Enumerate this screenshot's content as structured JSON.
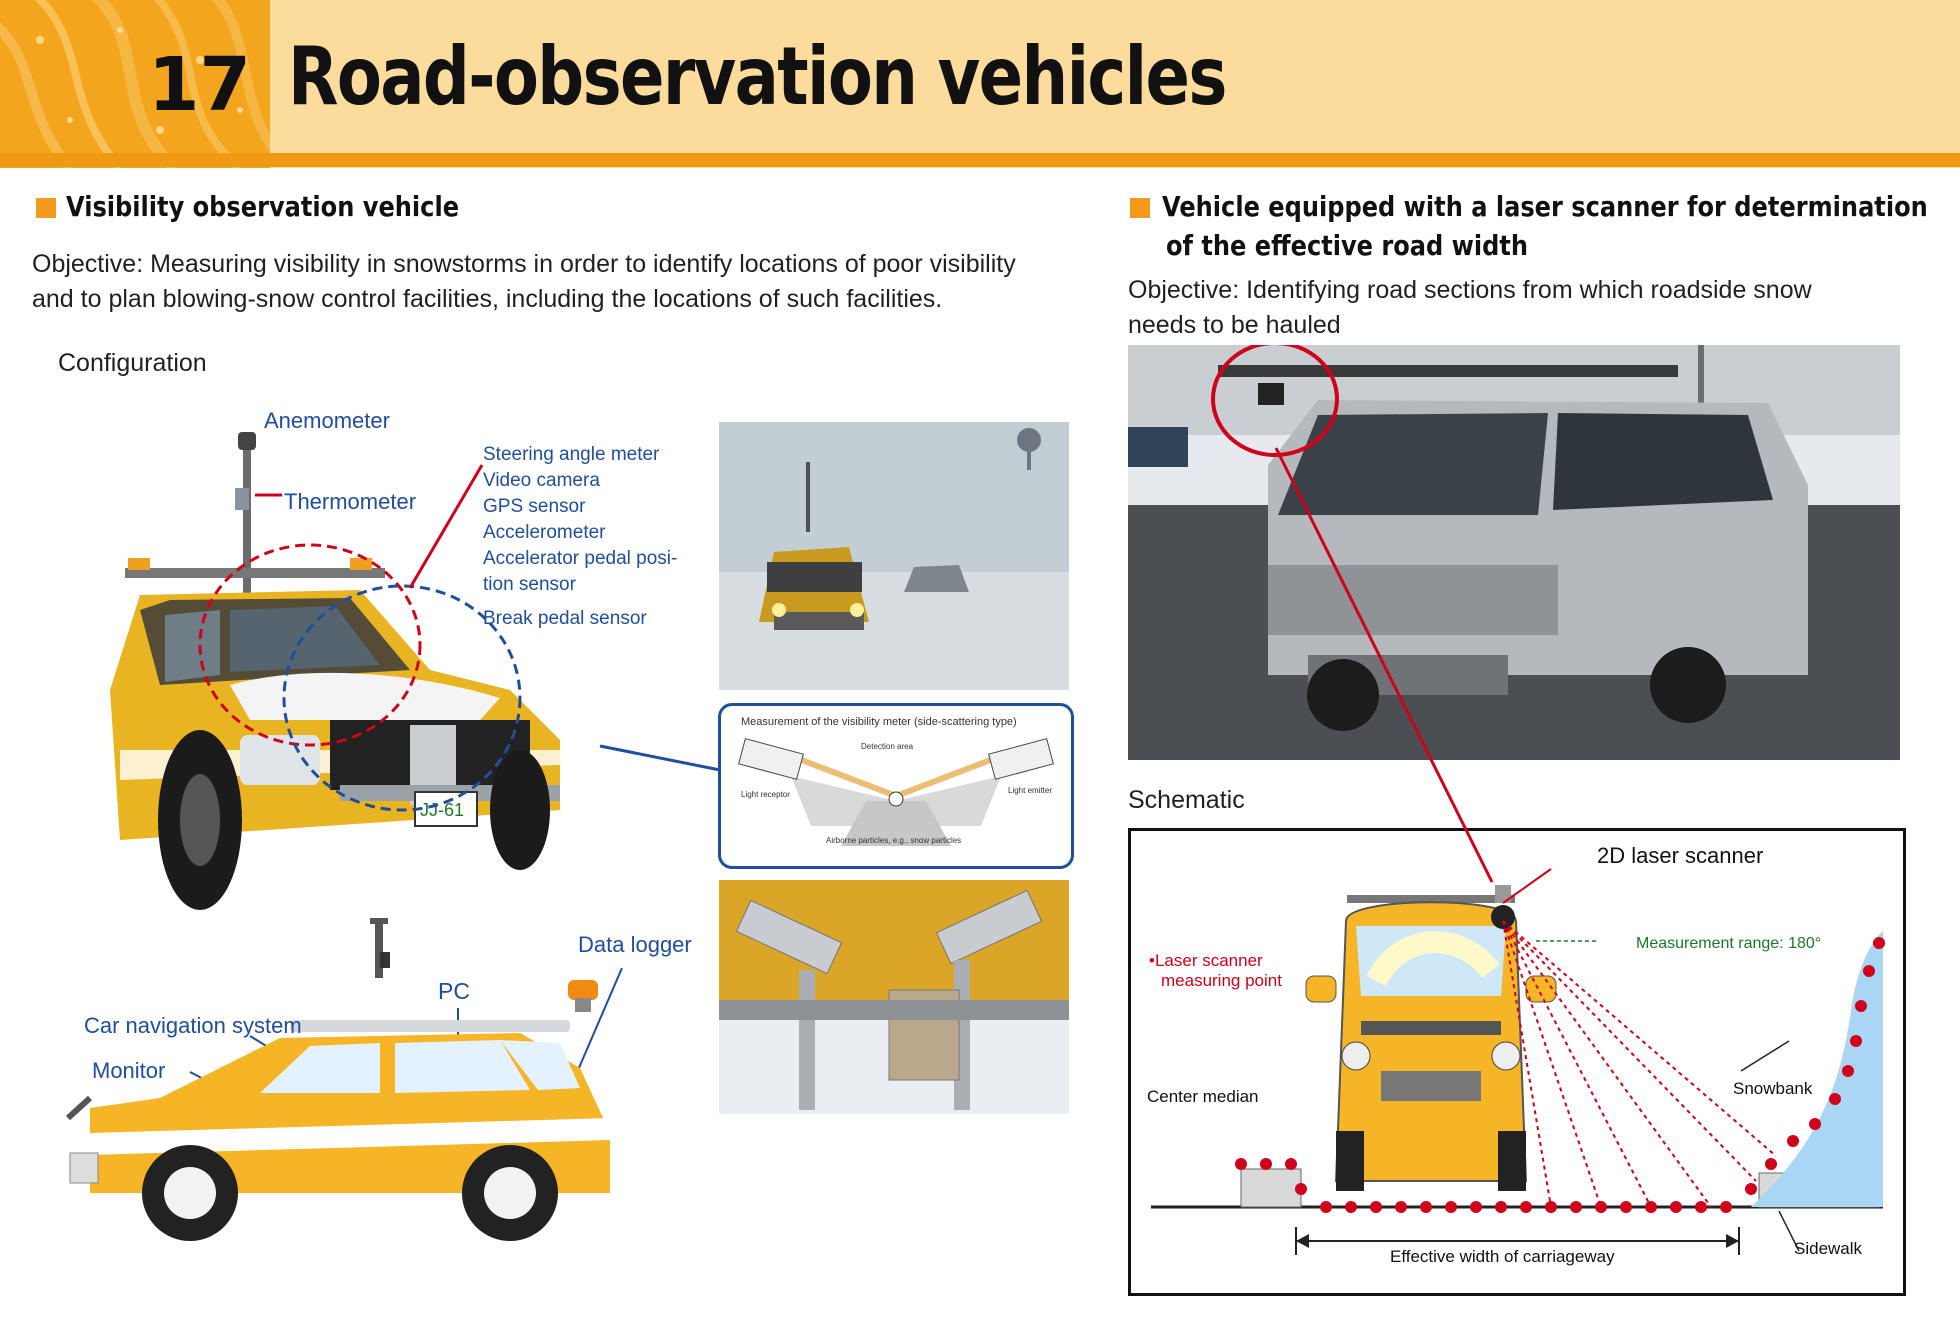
{
  "header": {
    "number": "17",
    "title": "Road-observation vehicles"
  },
  "left": {
    "title": "Visibility observation vehicle",
    "objective_line1": "Objective: Measuring visibility in snowstorms in order to identify locations of poor visibility",
    "objective_line2": "and to plan blowing-snow control facilities, including the locations of such facilities.",
    "configuration": "Configuration",
    "labels": {
      "anemometer": "Anemometer",
      "thermometer": "Thermometer",
      "sensors": [
        "Steering angle meter",
        "Video camera",
        "GPS sensor",
        "Accelerometer",
        "Accelerator pedal posi-",
        "tion sensor",
        "Break pedal sensor"
      ],
      "data_logger": "Data logger",
      "pc": "PC",
      "car_navigation": "Car navigation system",
      "monitor": "Monitor",
      "plate": "JJ-61"
    },
    "visibility_meter": {
      "title": "Measurement of the visibility meter  (side-scattering type)",
      "detection_area": "Detection area",
      "light_receptor": "Light receptor",
      "light_emitter": "Light emitter",
      "airborne": "Airborne particles, e.g., snow particles"
    }
  },
  "right": {
    "title_line1": "Vehicle equipped with a laser scanner for determination",
    "title_line2": "of the effective road width",
    "objective_line1": "Objective: Identifying road sections from which roadside snow",
    "objective_line2": "needs to be hauled",
    "schematic": "Schematic",
    "diagram": {
      "scanner": "2D laser scanner",
      "range": "Measurement range: 180°",
      "measuring_point_1": "•Laser scanner",
      "measuring_point_2": "measuring point",
      "center_median": "Center median",
      "snowbank": "Snowbank",
      "sidewalk": "Sidewalk",
      "effective_width": "Effective width of carriageway"
    }
  },
  "colors": {
    "accent_orange": "#f39a1e",
    "header_bg": "#fbdc9c",
    "label_blue": "#1f4e9c",
    "marker_red": "#d0021b"
  }
}
